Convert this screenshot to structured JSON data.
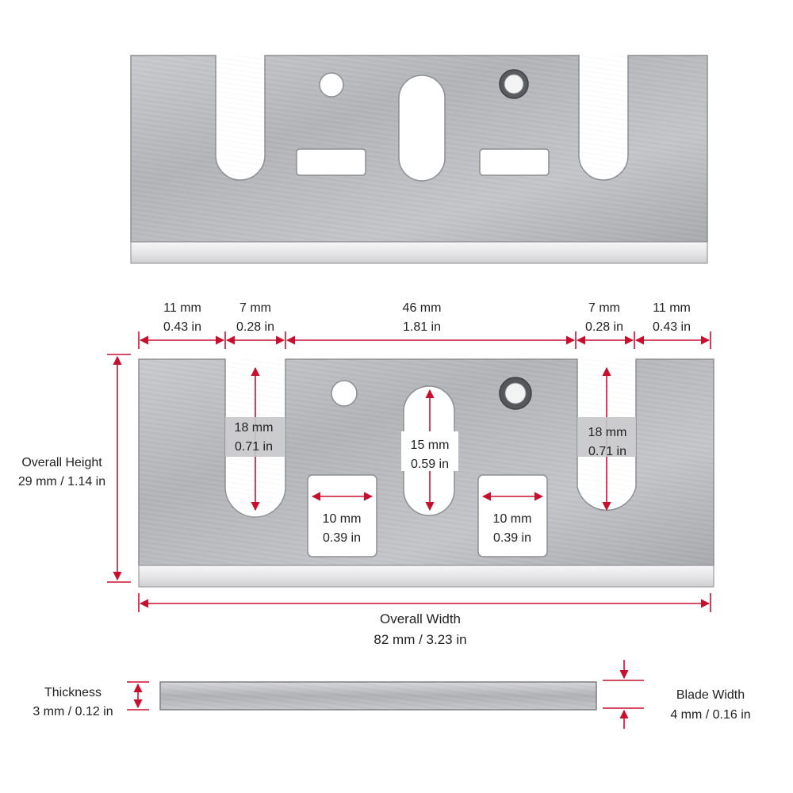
{
  "colors": {
    "dimension_red": "#c8102e",
    "steel_light": "#d9d9dc",
    "steel_mid": "#b9babd",
    "steel_dark": "#8d8e92",
    "edge_light": "#f4f4f5",
    "text": "#222222"
  },
  "dimensions": {
    "width_segments": [
      {
        "mm": "11 mm",
        "inch": "0.43 in"
      },
      {
        "mm": "7 mm",
        "inch": "0.28 in"
      },
      {
        "mm": "46 mm",
        "inch": "1.81 in"
      },
      {
        "mm": "7 mm",
        "inch": "0.28 in"
      },
      {
        "mm": "11 mm",
        "inch": "0.43 in"
      }
    ],
    "slot_left": {
      "mm": "18 mm",
      "inch": "0.71 in"
    },
    "slot_center": {
      "mm": "15 mm",
      "inch": "0.59 in"
    },
    "slot_right": {
      "mm": "18 mm",
      "inch": "0.71 in"
    },
    "rect_left": {
      "mm": "10 mm",
      "inch": "0.39 in"
    },
    "rect_right": {
      "mm": "10 mm",
      "inch": "0.39 in"
    },
    "overall_height": {
      "title": "Overall Height",
      "value": "29 mm / 1.14 in"
    },
    "overall_width": {
      "title": "Overall Width",
      "value": "82 mm / 3.23 in"
    },
    "thickness": {
      "title": "Thickness",
      "value": "3 mm / 0.12 in"
    },
    "blade_width": {
      "title": "Blade Width",
      "value": "4 mm / 0.16 in"
    }
  }
}
